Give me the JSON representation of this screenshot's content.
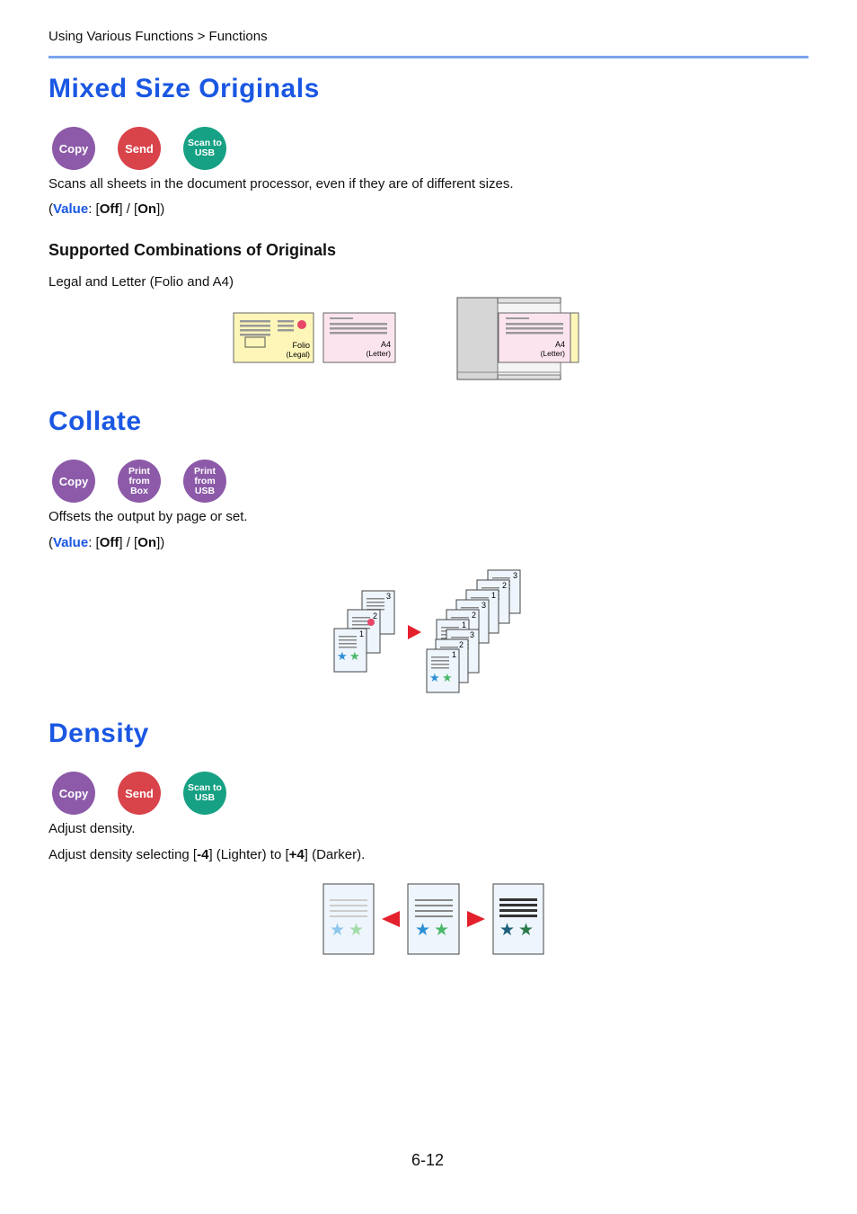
{
  "breadcrumb": "Using Various Functions > Functions",
  "colors": {
    "heading": "#1a57e3",
    "rule": "#7aa5ee",
    "copy_badge": "#8c5aa8",
    "send_badge": "#d9434a",
    "usb_badge": "#17a184",
    "arrow": "#e3202c"
  },
  "mixed": {
    "title": "Mixed Size Originals",
    "badges": [
      "Copy",
      "Send",
      "Scan to USB"
    ],
    "description": "Scans all sheets in the document processor, even if they are of different sizes.",
    "value_label": "Value",
    "value_off": "Off",
    "value_on": "On",
    "subheading": "Supported Combinations of Originals",
    "combination": "Legal and Letter (Folio and A4)",
    "sheet1_size": "Folio",
    "sheet1_paren": "(Legal)",
    "sheet2_size": "A4",
    "sheet2_paren": "(Letter)"
  },
  "collate": {
    "title": "Collate",
    "badges": [
      "Copy",
      "Print from Box",
      "Print from USB"
    ],
    "description": "Offsets the output by page or set.",
    "value_label": "Value",
    "value_off": "Off",
    "value_on": "On",
    "page_numbers": [
      "1",
      "2",
      "3"
    ]
  },
  "density": {
    "title": "Density",
    "badges": [
      "Copy",
      "Send",
      "Scan to USB"
    ],
    "description": "Adjust density.",
    "range_prefix": "Adjust density selecting [",
    "range_min": "-4",
    "range_mid": "] (Lighter) to [",
    "range_max": "+4",
    "range_suffix": "] (Darker)."
  },
  "page_number": "6-12"
}
